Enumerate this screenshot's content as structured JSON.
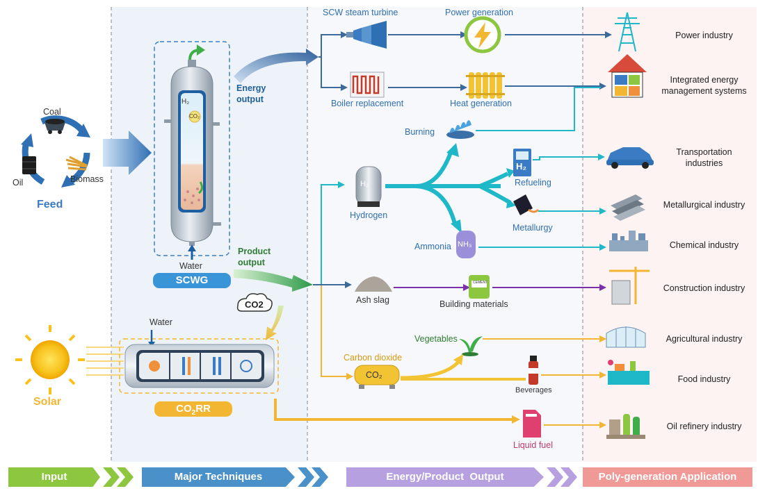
{
  "feed": {
    "coal": "Coal",
    "oil": "Oil",
    "biomass": "Biomass",
    "title": "Feed"
  },
  "solar": {
    "title": "Solar"
  },
  "scwg": {
    "h2": "H₂",
    "co2": "CO₂",
    "water": "Water",
    "label": "SCWG"
  },
  "co2rr": {
    "water": "Water",
    "label_main": "CO",
    "label_sub": "2",
    "label_end": "RR",
    "cloud": "CO2"
  },
  "flows": {
    "energy_output": [
      "Energy",
      "output"
    ],
    "product_output": [
      "Product",
      "output"
    ]
  },
  "energy": {
    "turbine": "SCW steam turbine",
    "power_gen": "Power generation",
    "boiler": "Boiler replacement",
    "heat_gen": "Heat generation"
  },
  "products": {
    "burning": "Burning",
    "hydrogen": "Hydrogen",
    "h2_tank": "H₂",
    "refueling": "Refueling",
    "h2_pump": "H₂",
    "metallurgy": "Metallurgy",
    "ammonia": "Ammonia",
    "nh3": "NH₃",
    "ash_slag": "Ash slag",
    "building_materials": "Building materials",
    "cement": "CEMENT",
    "vegetables": "Vegetables",
    "carbon_dioxide": "Carbon dioxide",
    "co2_tank": "CO₂",
    "beverages": "Beverages",
    "liquid_fuel": "Liquid fuel"
  },
  "applications": {
    "power": "Power industry",
    "iems": [
      "Integrated energy",
      "management systems"
    ],
    "transport": [
      "Transportation",
      "industries"
    ],
    "metallurgical": "Metallurgical industry",
    "chemical": "Chemical industry",
    "construction": "Construction industry",
    "agricultural": "Agricultural industry",
    "food": "Food industry",
    "oil_refinery": "Oil refinery industry"
  },
  "bands": {
    "input": "Input",
    "techniques": "Major Techniques",
    "output": "Energy/Product  Output",
    "application": "Poly-generation Application"
  },
  "colors": {
    "blue": "#2f6fb3",
    "teal": "#1fb8c8",
    "purple": "#7b2fa8",
    "yellow": "#f2b632",
    "green_band": "#8dc63f",
    "blue_band": "#4a90c9",
    "purple_band": "#b6a0e0",
    "pink_band": "#f09a98"
  }
}
